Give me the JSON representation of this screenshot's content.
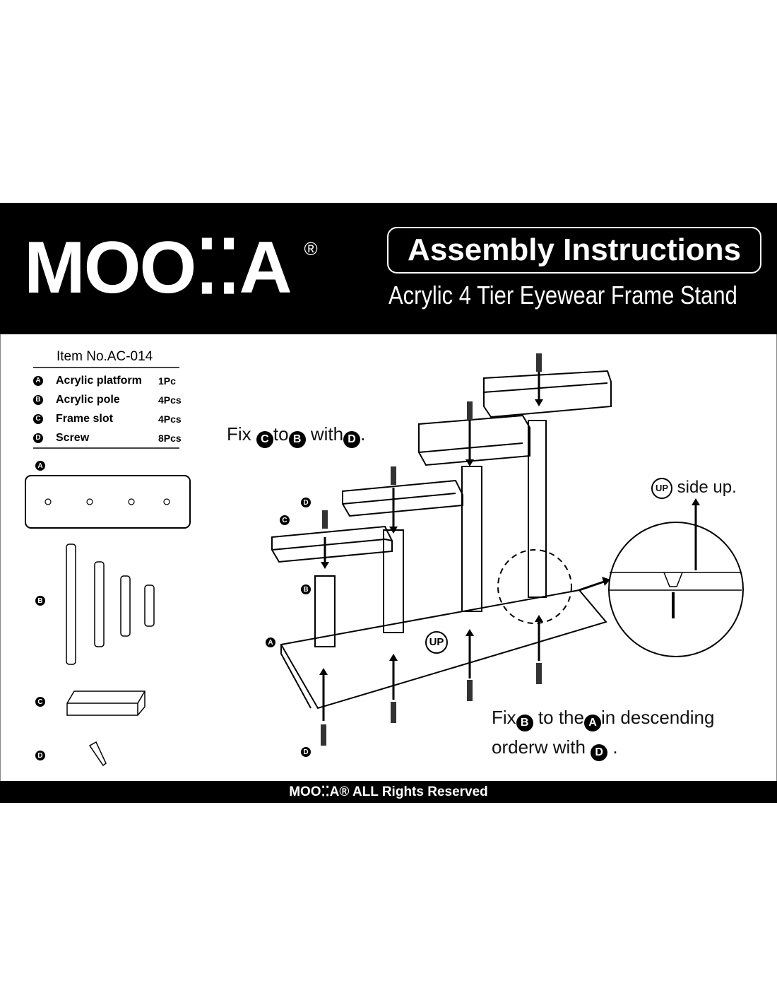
{
  "header": {
    "logo": "MOO⁚⁚A",
    "logo_reg": "®",
    "title": "Assembly Instructions",
    "subtitle": "Acrylic 4 Tier Eyewear Frame Stand"
  },
  "parts_list": {
    "item_no": "Item No.AC-014",
    "items": [
      {
        "letter": "A",
        "name": "Acrylic platform",
        "qty": "1Pc"
      },
      {
        "letter": "B",
        "name": "Acrylic pole",
        "qty": "4Pcs"
      },
      {
        "letter": "C",
        "name": "Frame slot",
        "qty": "4Pcs"
      },
      {
        "letter": "D",
        "name": "Screw",
        "qty": "8Pcs"
      }
    ]
  },
  "part_labels": {
    "a": "A",
    "b": "B",
    "c": "C",
    "d": "D"
  },
  "diagram": {
    "up_label": "UP",
    "labels": {
      "a": "A",
      "b": "B",
      "c": "C",
      "d": "D"
    }
  },
  "instructions": {
    "step1": {
      "t1": "Fix",
      "b1": "C",
      "t2": "to",
      "b2": "B",
      "t3": "with",
      "b3": "D",
      "t4": "."
    },
    "up": {
      "badge": "UP",
      "text": "side up."
    },
    "step2": {
      "t1": "Fix",
      "b1": "B",
      "t2": "to the",
      "b2": "A",
      "t3": "in descending",
      "t4": "orderw with",
      "b3": "D",
      "t5": "."
    }
  },
  "footer": {
    "brand": "MOO⁚⁚A®",
    "text": "ALL Rights Reserved"
  }
}
